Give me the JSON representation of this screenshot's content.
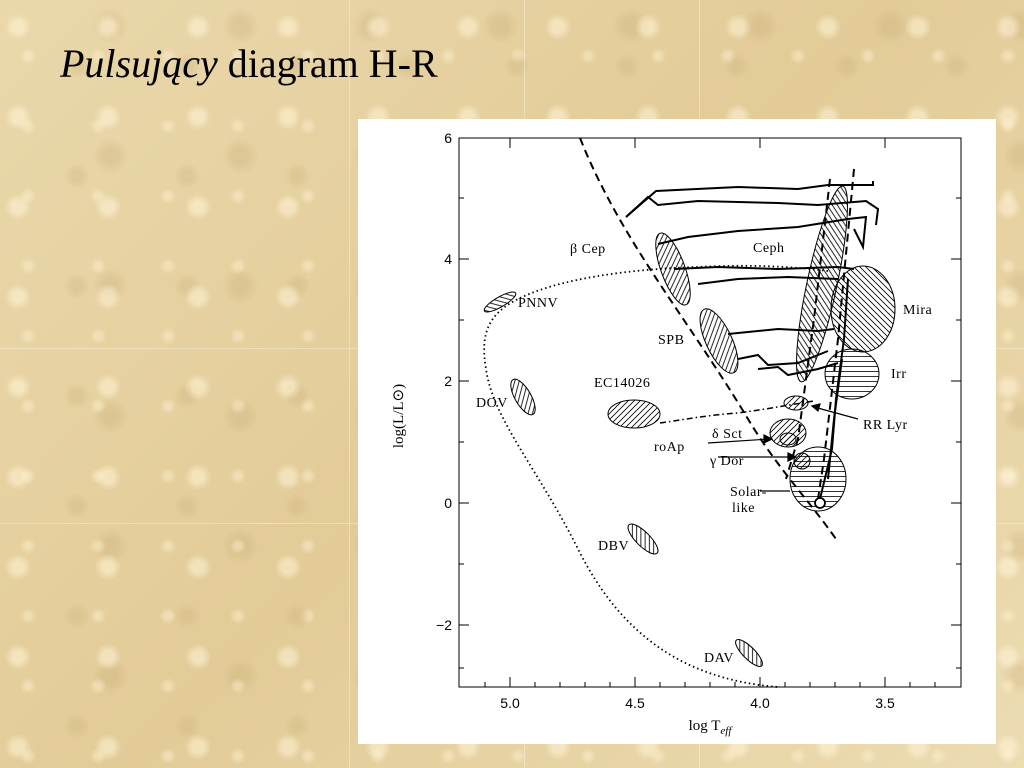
{
  "slide": {
    "title_italic": "Pulsujący",
    "title_rest": " diagram H-R"
  },
  "diagram": {
    "y_axis_label": "log(L/L⊙)",
    "x_axis_label": "log T",
    "x_axis_label_sub": "eff",
    "x_ticks": [
      "5.0",
      "4.5",
      "4.0",
      "3.5"
    ],
    "y_ticks": [
      "6",
      "4",
      "2",
      "0",
      "−2"
    ],
    "region_labels": {
      "beta_cep": "β Cep",
      "ceph": "Ceph",
      "pnnv": "PNNV",
      "mira": "Mira",
      "spb": "SPB",
      "irr": "Irr",
      "ec14026": "EC14026",
      "dov": "DOV",
      "rr_lyr": "RR Lyr",
      "delta_sct": "δ Sct",
      "roap": "roAp",
      "gamma_dor": "γ Dor",
      "solar_like_1": "Solar-",
      "solar_like_2": "like",
      "dbv": "DBV",
      "dav": "DAV"
    }
  }
}
